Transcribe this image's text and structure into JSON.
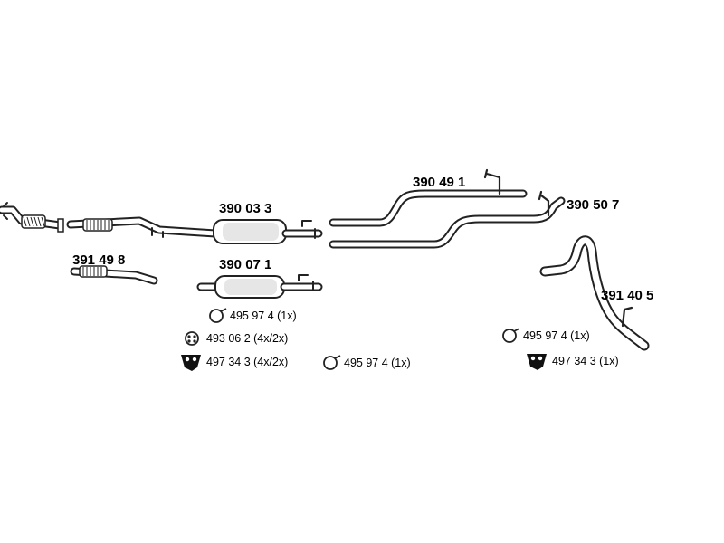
{
  "parts": {
    "p390033": "390 03 3",
    "p391498": "391 49 8",
    "p390071": "390 07 1",
    "p390491": "390 49 1",
    "p390507": "390 50 7",
    "p391405": "391 40 5"
  },
  "accessories": {
    "a1": "495 97 4 (1x)",
    "a2": "493 06 2 (4x/2x)",
    "a3": "497 34 3 (4x/2x)",
    "a4": "495 97 4  (1x)",
    "a5": "495 97 4 (1x)",
    "a6": "497 34 3 (1x)"
  },
  "icons": {
    "clamp": "pipe-clamp-icon",
    "ring": "rubber-ring-icon",
    "hanger": "rubber-hanger-icon"
  }
}
